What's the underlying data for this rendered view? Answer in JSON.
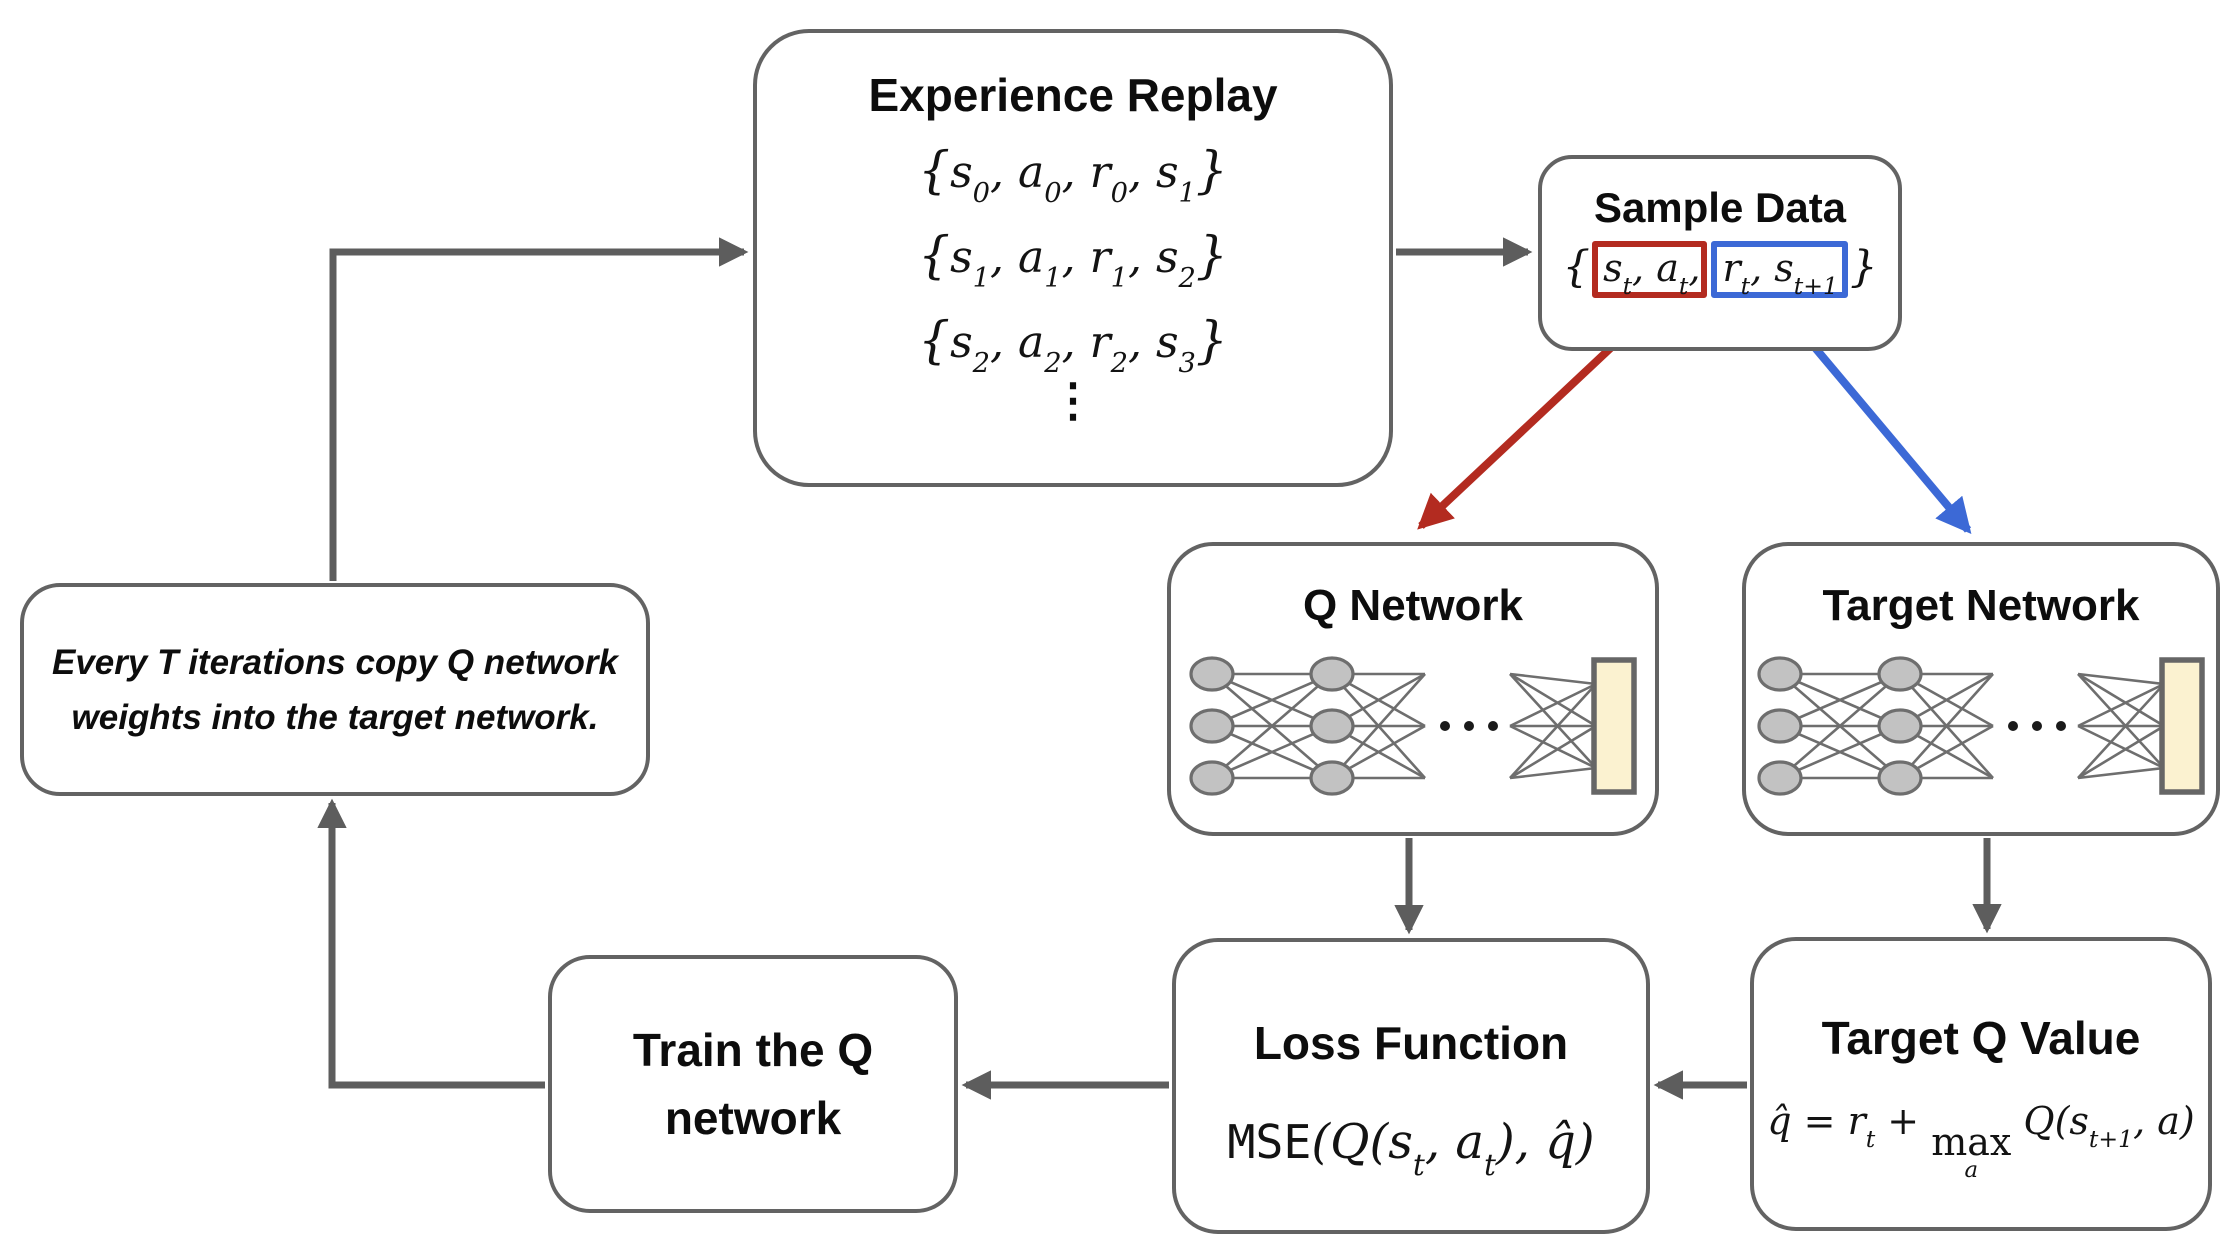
{
  "colors": {
    "box_border": "#636363",
    "arrow_gray": "#5d5d5d",
    "highlight_red": "#b32b20",
    "highlight_blue": "#3c69d6",
    "node_fill": "#c2c2c2",
    "node_stroke": "#6e6e6e",
    "output_layer_fill": "#fbf2d0",
    "output_layer_stroke": "#666666",
    "dots_color": "#1a1a1a"
  },
  "boxes": {
    "experience_replay": {
      "title": "Experience Replay"
    },
    "sample_data": {
      "title": "Sample Data"
    },
    "q_network": {
      "title": "Q Network"
    },
    "target_network": {
      "title": "Target Network"
    },
    "loss_function": {
      "title": "Loss Function"
    },
    "target_q_value": {
      "title": "Target Q Value"
    },
    "train_q_network": {
      "line1": "Train the Q",
      "line2": "network"
    },
    "copy_weights_note": {
      "line1": "Every T iterations copy Q network",
      "line2": "weights into the target network."
    }
  },
  "math": {
    "replay_rows": [
      [
        {
          "b": "{",
          "c": "big"
        },
        {
          "b": "s",
          "s": "0"
        },
        {
          "b": ", a",
          "s": "0"
        },
        {
          "b": ", r",
          "s": "0"
        },
        {
          "b": ", s",
          "s": "1"
        },
        {
          "b": "}",
          "c": "big"
        }
      ],
      [
        {
          "b": "{",
          "c": "big"
        },
        {
          "b": "s",
          "s": "1"
        },
        {
          "b": ", a",
          "s": "1"
        },
        {
          "b": ", r",
          "s": "1"
        },
        {
          "b": ", s",
          "s": "2"
        },
        {
          "b": "}",
          "c": "big"
        }
      ],
      [
        {
          "b": "{",
          "c": "big"
        },
        {
          "b": "s",
          "s": "2"
        },
        {
          "b": ", a",
          "s": "2"
        },
        {
          "b": ", r",
          "s": "2"
        },
        {
          "b": ", s",
          "s": "3"
        },
        {
          "b": "}",
          "c": "big"
        }
      ]
    ],
    "vdots": "⋮",
    "sample_open": [
      {
        "b": "{",
        "c": "big"
      }
    ],
    "sample_red": [
      {
        "b": "s",
        "s": "t"
      },
      {
        "b": ", a",
        "s": "t"
      },
      {
        "b": ","
      }
    ],
    "sample_blue": [
      {
        "b": "r",
        "s": "t"
      },
      {
        "b": ", s",
        "s": "t+1"
      }
    ],
    "sample_close": [
      {
        "b": "}",
        "c": "big"
      }
    ],
    "loss_formula": [
      {
        "b": "MSE",
        "c": "mono"
      },
      {
        "b": "(Q(s",
        "s": "t"
      },
      {
        "b": ", a",
        "s": "t"
      },
      {
        "b": "), q̂)"
      }
    ],
    "target_q_formula": [
      {
        "b": "q̂ "
      },
      {
        "b": "= ",
        "c": "rm"
      },
      {
        "b": "r",
        "s": "t"
      },
      {
        "b": " + ",
        "c": "rm"
      },
      {
        "b": "max",
        "u": "a",
        "c": "rm"
      },
      {
        "b": " Q(s",
        "s": "t+1"
      },
      {
        "b": ", a)"
      }
    ]
  }
}
